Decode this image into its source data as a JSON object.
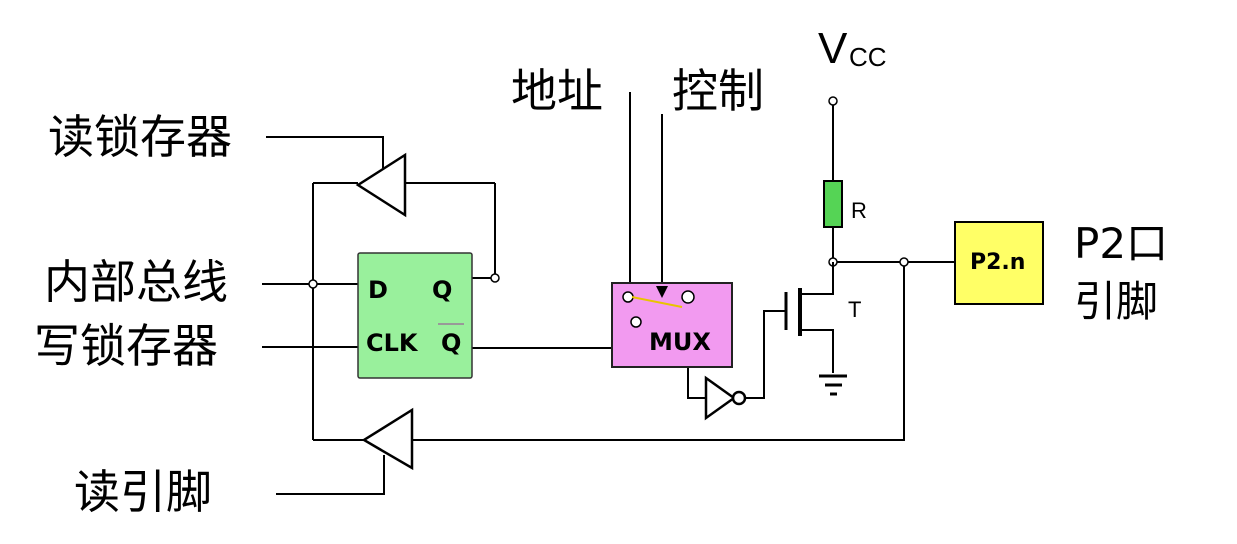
{
  "labels": {
    "read_latch": "读锁存器",
    "internal_bus": "内部总线",
    "write_latch": "写锁存器",
    "read_pin": "读引脚",
    "address": "地址",
    "control": "控制",
    "vcc_v": "V",
    "vcc_cc": "CC",
    "resistor": "R",
    "transistor": "T",
    "port_line1": "P2口",
    "port_line2": "引脚"
  },
  "latch": {
    "d": "D",
    "q": "Q",
    "clk": "CLK",
    "qbar": "Q"
  },
  "mux": {
    "label": "MUX"
  },
  "port_box": {
    "label": "P2.n"
  },
  "colors": {
    "latch_fill": "#99f09c",
    "mux_fill": "#f29af0",
    "resistor_fill": "#55d455",
    "port_fill": "#ffff66",
    "switch_line": "#e8c400"
  }
}
